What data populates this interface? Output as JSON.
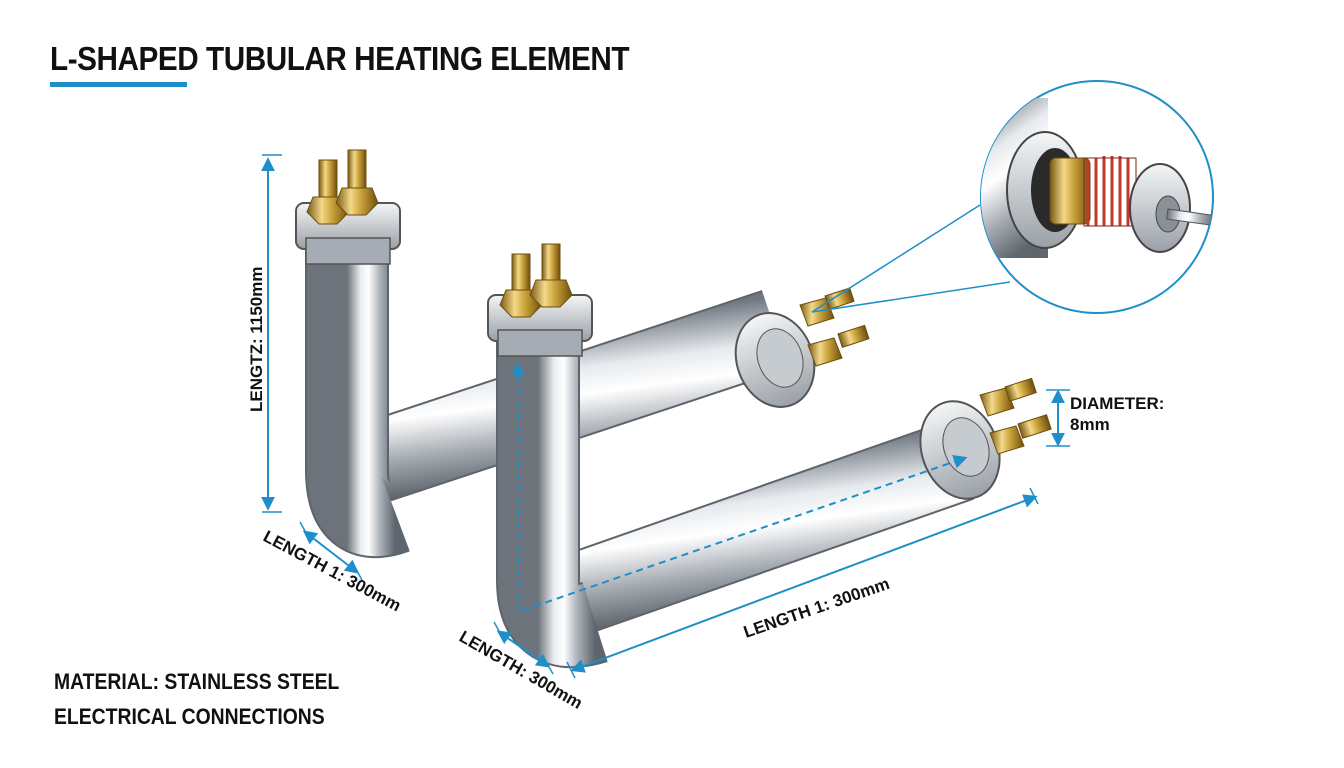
{
  "title": "L-SHAPED TUBULAR HEATING ELEMENT",
  "colors": {
    "accent": "#1e8fc8",
    "steel": "#b9bec4",
    "brass": "#c9a13a",
    "coil": "#c0392b"
  },
  "dimensions": {
    "length2": "LENGTZ: 1150mm",
    "length1_left": "LENGTH 1: 300mm",
    "length_front": "LENGTH: 300mm",
    "length1_front": "LENGTH 1: 300mm",
    "diameter_label": "DIAMETER:",
    "diameter_value": "8mm"
  },
  "notes": {
    "material": "MATERIAL: STAINLESS STEEL",
    "connections": "ELECTRICAL CONNECTIONS"
  },
  "icons": [
    "terminal-stud-icon",
    "detail-magnifier-icon"
  ]
}
